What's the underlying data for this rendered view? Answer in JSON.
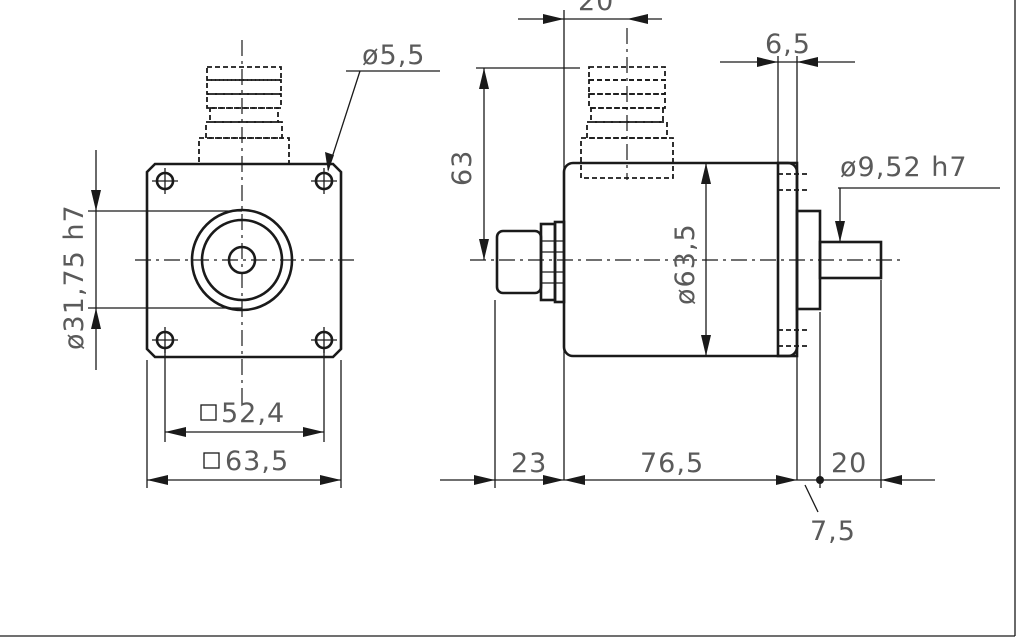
{
  "drawing": {
    "front_view": {
      "hole_diameter": "ø5,5",
      "flange_diameter": "ø31,75 h7",
      "hole_square": "52,4",
      "body_square": "63,5"
    },
    "side_view": {
      "connector_width": "20",
      "connector_height": "63",
      "flange_thickness": "6,5",
      "shaft_diameter": "ø9,52 h7",
      "body_diameter": "ø63,5",
      "connector_length": "23",
      "body_length": "76,5",
      "shaft_length": "20",
      "shoulder_length": "7,5"
    }
  }
}
